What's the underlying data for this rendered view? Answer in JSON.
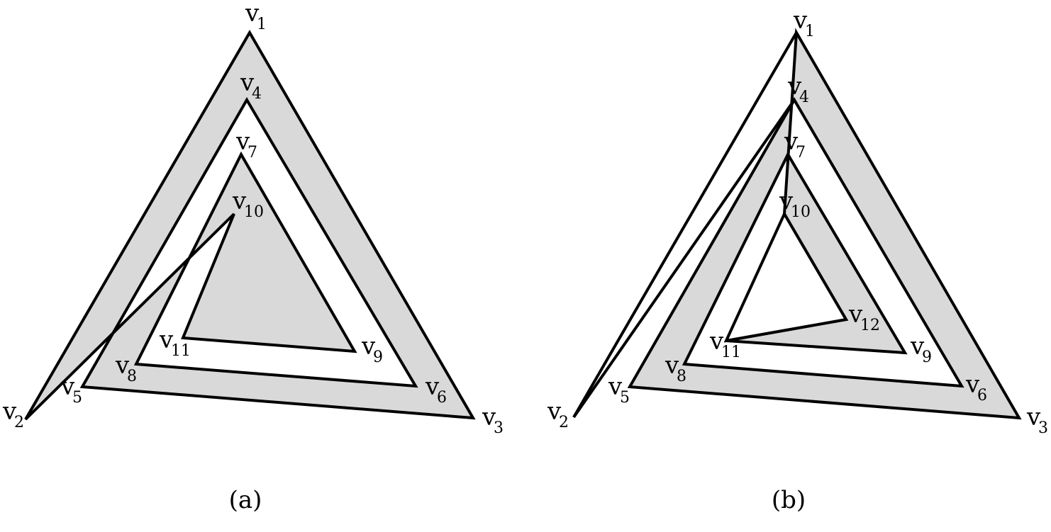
{
  "colors": {
    "fill": "#d9d9d9",
    "stroke": "#000000",
    "background": "#ffffff"
  },
  "panels": [
    {
      "caption": "(a)",
      "vertices": [
        {
          "id": "1",
          "letter": "v",
          "sub": "1"
        },
        {
          "id": "2",
          "letter": "v",
          "sub": "2"
        },
        {
          "id": "3",
          "letter": "v",
          "sub": "3"
        },
        {
          "id": "4",
          "letter": "v",
          "sub": "4"
        },
        {
          "id": "5",
          "letter": "v",
          "sub": "5"
        },
        {
          "id": "6",
          "letter": "v",
          "sub": "6"
        },
        {
          "id": "7",
          "letter": "v",
          "sub": "7"
        },
        {
          "id": "8",
          "letter": "v",
          "sub": "8"
        },
        {
          "id": "9",
          "letter": "v",
          "sub": "9"
        },
        {
          "id": "10",
          "letter": "v",
          "sub": "10"
        },
        {
          "id": "11",
          "letter": "v",
          "sub": "11"
        }
      ]
    },
    {
      "caption": "(b)",
      "vertices": [
        {
          "id": "1",
          "letter": "v",
          "sub": "1"
        },
        {
          "id": "2",
          "letter": "v",
          "sub": "2"
        },
        {
          "id": "3",
          "letter": "v",
          "sub": "3"
        },
        {
          "id": "4",
          "letter": "v",
          "sub": "4"
        },
        {
          "id": "5",
          "letter": "v",
          "sub": "5"
        },
        {
          "id": "6",
          "letter": "v",
          "sub": "6"
        },
        {
          "id": "7",
          "letter": "v",
          "sub": "7"
        },
        {
          "id": "8",
          "letter": "v",
          "sub": "8"
        },
        {
          "id": "9",
          "letter": "v",
          "sub": "9"
        },
        {
          "id": "10",
          "letter": "v",
          "sub": "10"
        },
        {
          "id": "11",
          "letter": "v",
          "sub": "11"
        },
        {
          "id": "12",
          "letter": "v",
          "sub": "12"
        }
      ]
    }
  ]
}
